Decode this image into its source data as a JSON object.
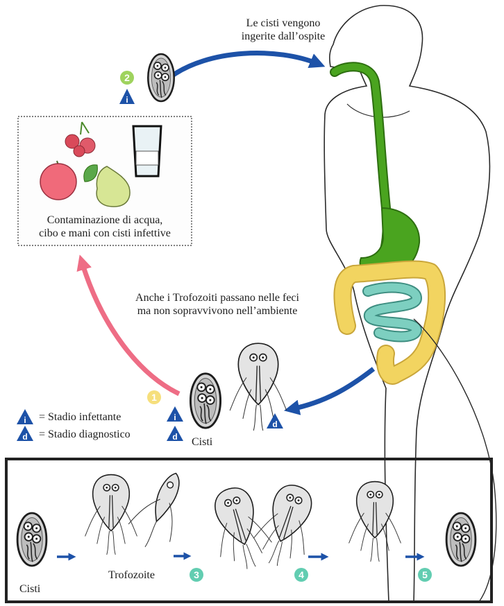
{
  "labels": {
    "ingested": [
      "Le cisti vengono",
      "ingerite dall’ospite"
    ],
    "contamination": [
      "Contaminazione di acqua,",
      "cibo e mani con cisti infettive"
    ],
    "trophozoites_pass": [
      "Anche i Trofozoiti passano nelle feci",
      "ma non sopravvivono nell’ambiente"
    ],
    "legend_infective": "= Stadio infettante",
    "legend_diagnostic": "= Stadio diagnostico",
    "cysts_middle": "Cisti",
    "cysts_bottom": "Cisti",
    "trophozoite": "Trofozoite"
  },
  "badges": {
    "infective": "i",
    "diagnostic": "d"
  },
  "steps": [
    "1",
    "2",
    "3",
    "4",
    "5"
  ],
  "colors": {
    "blue_arrow": "#1d52a8",
    "pink_arrow": "#ee6d85",
    "step_1": "#f6df7c",
    "step_2": "#9fd35e",
    "step_3_5": "#62cdb1",
    "gut_green": "#4aa41f",
    "colon_yellow": "#f2d460",
    "small_intestine": "#7dcfc0",
    "outline": "#2a2a2a"
  }
}
